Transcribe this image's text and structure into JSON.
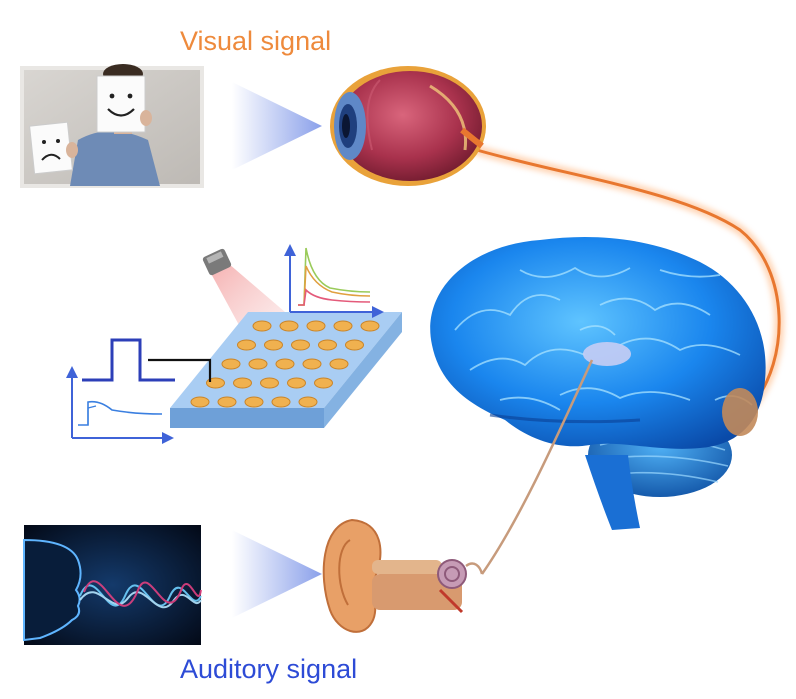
{
  "labels": {
    "visual": "Visual signal",
    "auditory": "Auditory signal"
  },
  "colors": {
    "visual_accent": "#ee8a3c",
    "auditory_accent": "#2d4bd6",
    "brain_blue": "#1e90ff",
    "device_top": "#9ec3ef",
    "electrode": "#e8a440",
    "axis_blue": "#3f63d8"
  },
  "icons": {
    "visual_photo": "person-holding-smiley-signs",
    "eye": "eyeball-anatomy",
    "brain": "human-brain",
    "ear": "ear-anatomy",
    "sound_photo": "face-with-sound-waves",
    "light_source": "light-emitter",
    "device": "electrode-array"
  }
}
